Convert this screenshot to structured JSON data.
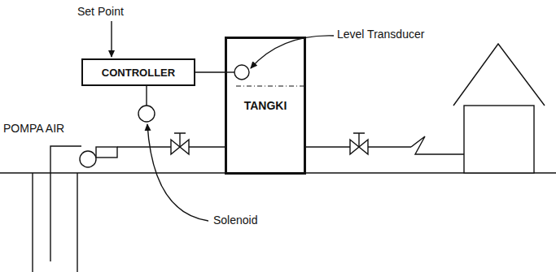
{
  "diagram": {
    "nodes": [
      {
        "text": [
          "CONTROLLER"
        ]
      },
      {
        "text": [
          "TANGKI"
        ]
      }
    ],
    "edges": [
      {
        "from": 0,
        "to": 1,
        "arrow": "none"
      }
    ],
    "labels": [
      "Set Point",
      "Level Transducer",
      "Solenoid",
      "POMPA AIR"
    ]
  }
}
